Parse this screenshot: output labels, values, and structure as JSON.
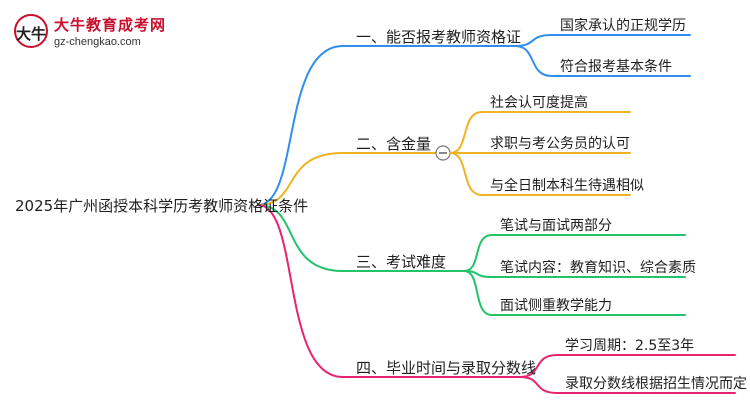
{
  "logo": {
    "title": "大牛教育成考网",
    "url": "gz-chengkao.com",
    "mark": "大牛",
    "brand_color": "#c8102e"
  },
  "mindmap": {
    "root": "2025年广州函授本科学历考教师资格证条件",
    "branches": [
      {
        "label": "一、能否报考教师资格证",
        "color": "#2f8ef0",
        "children": [
          "国家承认的正规学历",
          "符合报考基本条件"
        ]
      },
      {
        "label": "二、含金量",
        "color": "#f0b323",
        "collapse_button": true,
        "children": [
          "社会认可度提高",
          "求职与考公务员的认可",
          "与全日制本科生待遇相似"
        ]
      },
      {
        "label": "三、考试难度",
        "color": "#22c46a",
        "children": [
          "笔试与面试两部分",
          "笔试内容：教育知识、综合素质",
          "面试侧重教学能力"
        ]
      },
      {
        "label": "四、毕业时间与录取分数线",
        "color": "#e8246e",
        "children": [
          "学习周期：2.5至3年",
          "录取分数线根据招生情况而定"
        ]
      }
    ]
  }
}
